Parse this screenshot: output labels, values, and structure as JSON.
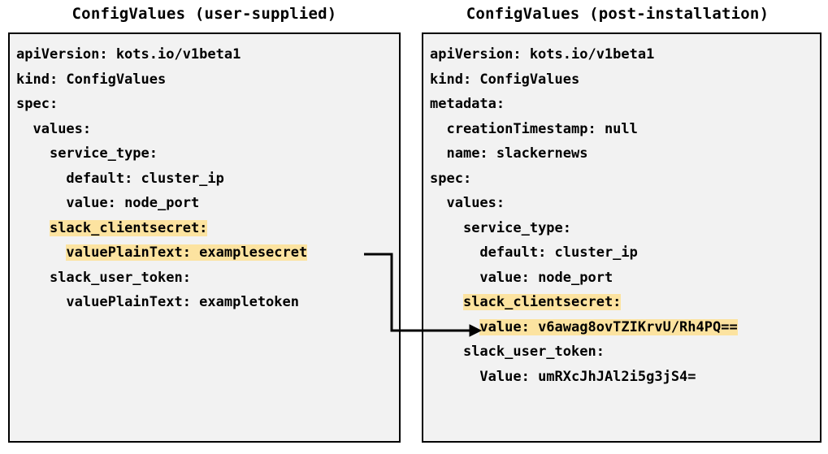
{
  "diagram": {
    "type": "two-panel-code-comparison",
    "highlight_color": "#fce3a0",
    "box_background": "#f2f2f2",
    "box_border_color": "#000000",
    "text_color": "#000000",
    "arrow_color": "#000000"
  },
  "left_panel": {
    "title": "ConfigValues (user-supplied)",
    "lines": [
      {
        "indent": 0,
        "text": "apiVersion: kots.io/v1beta1",
        "highlighted": false
      },
      {
        "indent": 0,
        "text": "kind: ConfigValues",
        "highlighted": false
      },
      {
        "indent": 0,
        "text": "spec:",
        "highlighted": false
      },
      {
        "indent": 2,
        "text": "values:",
        "highlighted": false
      },
      {
        "indent": 4,
        "text": "service_type:",
        "highlighted": false
      },
      {
        "indent": 6,
        "text": "default: cluster_ip",
        "highlighted": false
      },
      {
        "indent": 6,
        "text": "value: node_port",
        "highlighted": false
      },
      {
        "indent": 4,
        "text": "slack_clientsecret:",
        "highlighted": true
      },
      {
        "indent": 6,
        "text": "valuePlainText: examplesecret",
        "highlighted": true
      },
      {
        "indent": 4,
        "text": "slack_user_token:",
        "highlighted": false
      },
      {
        "indent": 6,
        "text": "valuePlainText: exampletoken",
        "highlighted": false
      }
    ]
  },
  "right_panel": {
    "title": "ConfigValues (post-installation)",
    "lines": [
      {
        "indent": 0,
        "text": "apiVersion: kots.io/v1beta1",
        "highlighted": false
      },
      {
        "indent": 0,
        "text": "kind: ConfigValues",
        "highlighted": false
      },
      {
        "indent": 0,
        "text": "metadata:",
        "highlighted": false
      },
      {
        "indent": 2,
        "text": "creationTimestamp: null",
        "highlighted": false
      },
      {
        "indent": 2,
        "text": "name: slackernews",
        "highlighted": false
      },
      {
        "indent": 0,
        "text": "spec:",
        "highlighted": false
      },
      {
        "indent": 2,
        "text": "values:",
        "highlighted": false
      },
      {
        "indent": 4,
        "text": "service_type:",
        "highlighted": false
      },
      {
        "indent": 6,
        "text": "default: cluster_ip",
        "highlighted": false
      },
      {
        "indent": 6,
        "text": "value: node_port",
        "highlighted": false
      },
      {
        "indent": 4,
        "text": "slack_clientsecret:",
        "highlighted": true
      },
      {
        "indent": 6,
        "text": "value: v6awag8ovTZIKrvU/Rh4PQ==",
        "highlighted": true
      },
      {
        "indent": 4,
        "text": "slack_user_token:",
        "highlighted": false
      },
      {
        "indent": 6,
        "text": "Value: umRXcJhJAl2i5g3jS4=",
        "highlighted": false
      }
    ]
  },
  "connector": {
    "name": "plaintext-to-encrypted-arrow",
    "from_line": "valuePlainText: examplesecret",
    "to_line": "value: v6awag8ovTZIKrvU/Rh4PQ=="
  }
}
